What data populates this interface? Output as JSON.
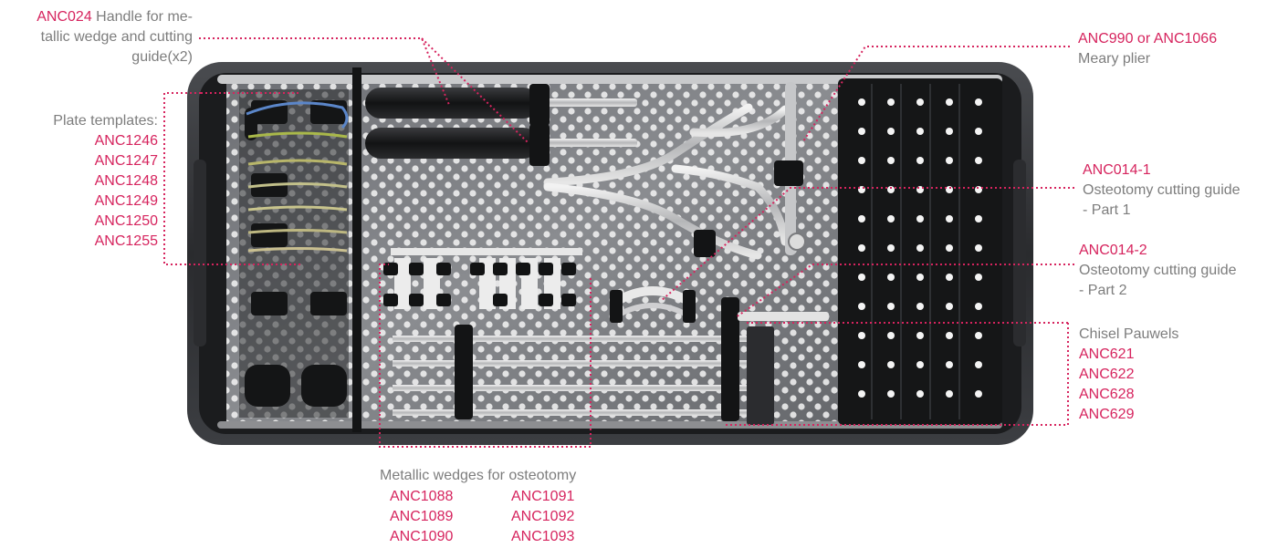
{
  "accent_color": "#d6245e",
  "text_color": "#7d7d7d",
  "tray_color": "#1d1e20",
  "callouts": {
    "handle": {
      "code": "ANC024",
      "line1": "Handle for me-",
      "line2": "tallic wedge and cutting",
      "line3": "guide(x2)"
    },
    "plier": {
      "code": "ANC990 or ANC1066",
      "desc": "Meary plier"
    },
    "plates": {
      "title": "Plate templates:",
      "codes": [
        "ANC1246",
        "ANC1247",
        "ANC1248",
        "ANC1249",
        "ANC1250",
        "ANC1255"
      ]
    },
    "guide1": {
      "code": "ANC014-1",
      "line1": "Osteotomy cutting guide",
      "line2": "- Part 1"
    },
    "guide2": {
      "code": "ANC014-2",
      "line1": "Osteotomy cutting guide",
      "line2": "- Part 2"
    },
    "chisel": {
      "title": "Chisel Pauwels",
      "codes": [
        "ANC621",
        "ANC622",
        "ANC628",
        "ANC629"
      ]
    },
    "wedges": {
      "title": "Metallic wedges for osteotomy",
      "col1": [
        "ANC1088",
        "ANC1089",
        "ANC1090"
      ],
      "col2": [
        "ANC1091",
        "ANC1092",
        "ANC1093"
      ]
    }
  }
}
